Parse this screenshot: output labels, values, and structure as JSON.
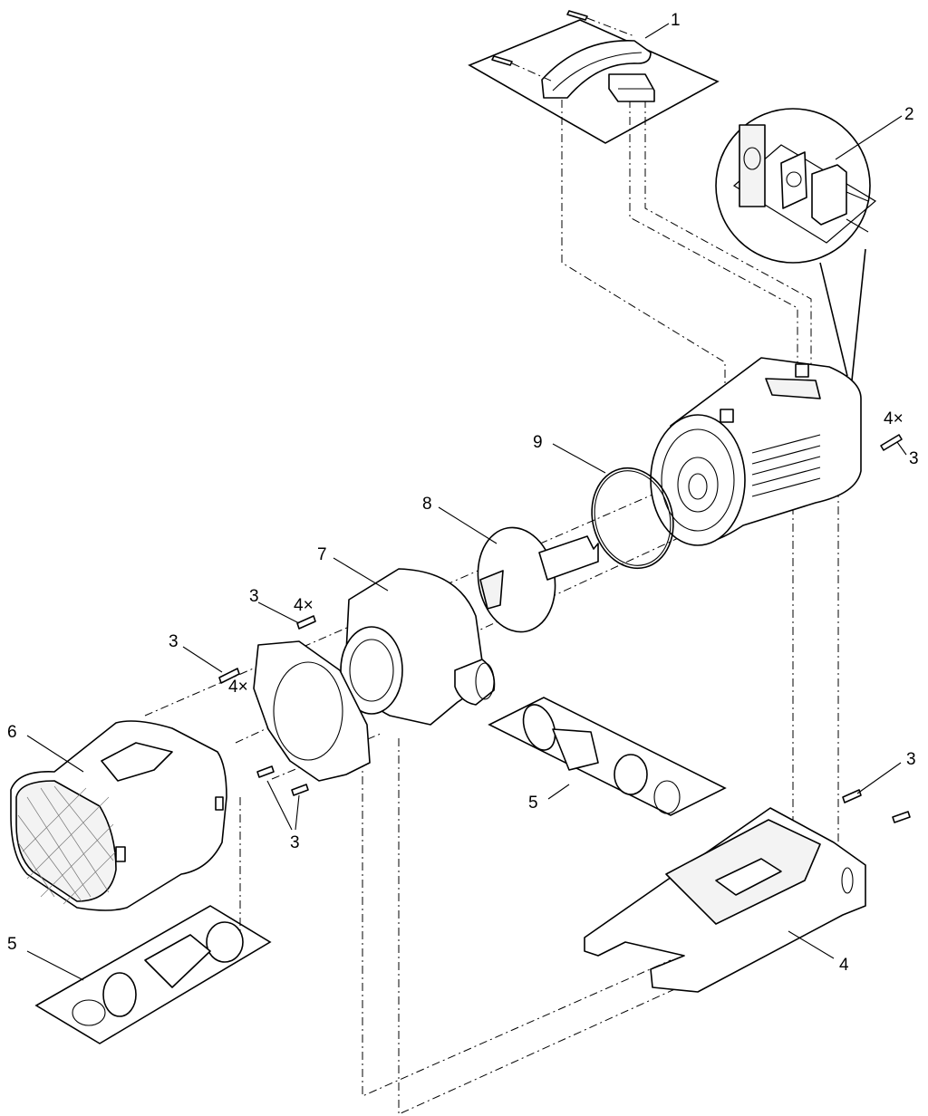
{
  "callouts": {
    "c1": "1",
    "c2": "2",
    "c3_top_right": "3",
    "c4x_top_right": "4×",
    "c9": "9",
    "c8": "8",
    "c7": "7",
    "c3_left_upper": "3",
    "c4x_left_upper": "4×",
    "c3_left_lower": "3",
    "c4x_left_lower": "4×",
    "c6": "6",
    "c3_flange": "3",
    "c5_right": "5",
    "c3_base": "3",
    "c4": "4",
    "c5_left": "5"
  }
}
